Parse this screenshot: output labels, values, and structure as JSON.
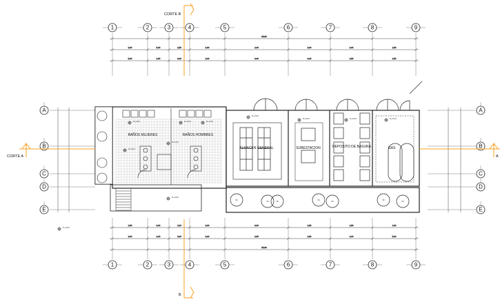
{
  "drawing": {
    "column_axes": [
      "1",
      "2",
      "3",
      "4",
      "5",
      "6",
      "7",
      "8",
      "9"
    ],
    "row_axes": [
      "A",
      "B",
      "C",
      "D",
      "E"
    ],
    "section_cuts": {
      "corte_b_top": "CORTE B",
      "corte_b_bottom": "B",
      "corte_a_left": "CORTE A",
      "corte_a_right": "A"
    },
    "rooms": {
      "restroom_women": "BAÑOS MUJERES",
      "restroom_men": "BAÑOS HOMBRES",
      "general_storage": "ALMACEN GENERAL",
      "substation": "SUBESTACION",
      "trash_deposit": "DEPOSITO DE BASURA",
      "gas": "GAS"
    },
    "dims_top": [
      "5,60",
      "3,00",
      "5,00",
      "2,50",
      "3,00",
      "2,00",
      "3,00",
      "3,00",
      "2,50",
      "2,50",
      "4,00",
      "5,00",
      "1,40",
      "5,00",
      "3,60",
      "5,00",
      "3,00",
      "3,00",
      "3,50",
      "35,80"
    ],
    "level_tag": "N+0,00",
    "accent_color": "#f5a020",
    "line_color": "#222222"
  }
}
